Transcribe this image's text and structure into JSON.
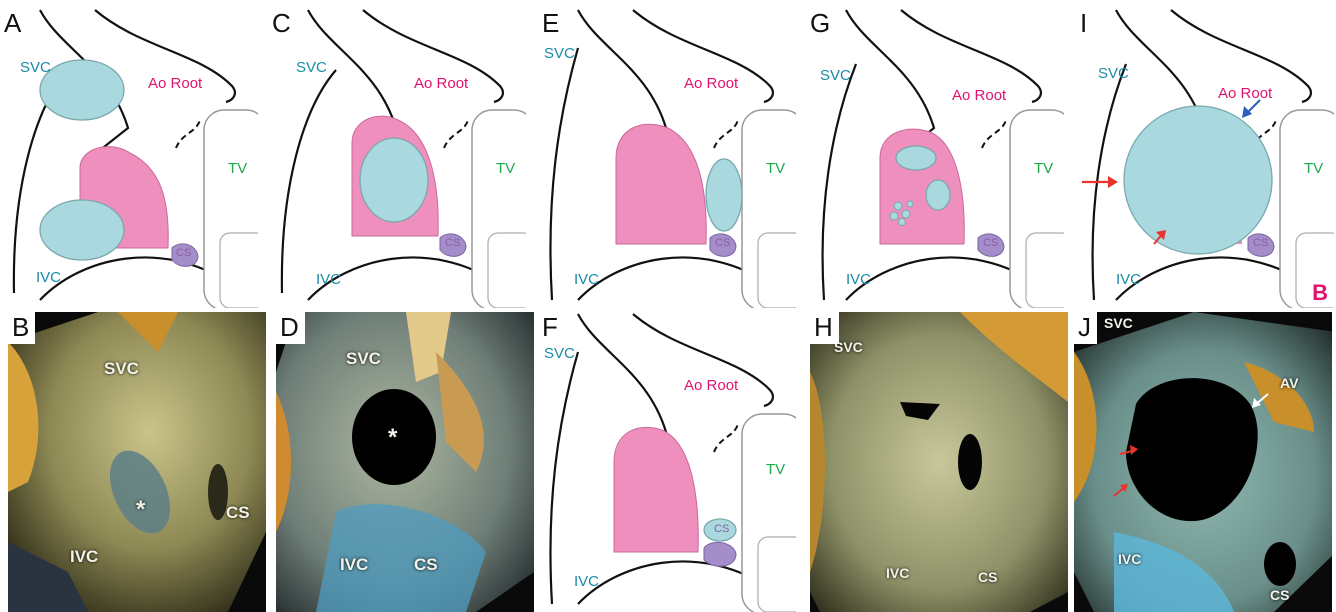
{
  "panel_letters": [
    "A",
    "B",
    "C",
    "D",
    "E",
    "F",
    "G",
    "H",
    "I",
    "J"
  ],
  "corner_label": "B",
  "colors": {
    "schematic_label_cyan": "#1a8aa8",
    "schematic_label_pink": "#e0126f",
    "schematic_label_green": "#1aa84a",
    "schematic_label_purple": "#8a5ea8",
    "fossa_pink": "#ef8fbd",
    "defect_cyan": "#a9d8de",
    "cs_purple": "#a48dc9",
    "arrow_red": "#e8332e",
    "arrow_blue": "#2b5fb8",
    "arrow_white": "#ffffff"
  },
  "schematic": {
    "svc": "SVC",
    "ivc": "IVC",
    "ao_root": "Ao Root",
    "tv": "TV",
    "cs": "CS"
  },
  "echo": {
    "svc": "SVC",
    "ivc": "IVC",
    "cs": "CS",
    "av": "AV",
    "asterisk": "*"
  }
}
